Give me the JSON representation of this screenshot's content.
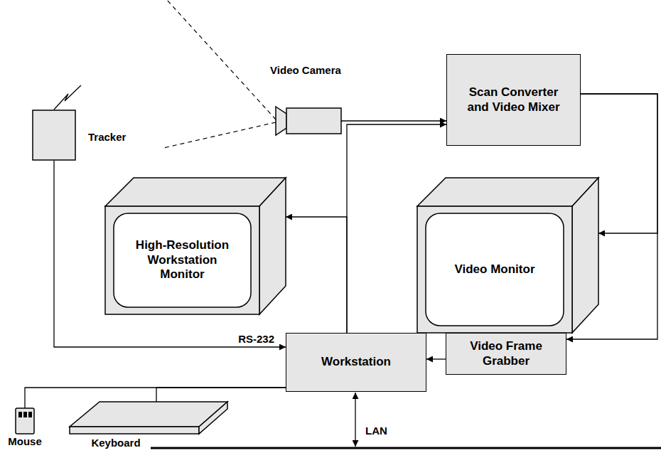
{
  "diagram": {
    "nodes": [
      {
        "text": [
          "Video Camera"
        ]
      },
      {
        "text": [
          "Scan Converter and Video Mixer"
        ]
      },
      {
        "text": [
          "Tracker"
        ]
      },
      {
        "text": [
          "High-Resolution Workstation Monitor"
        ]
      },
      {
        "text": [
          "Video Monitor"
        ]
      },
      {
        "text": [
          "Workstation"
        ]
      },
      {
        "text": [
          "Video Frame Grabber"
        ]
      },
      {
        "text": [
          "Mouse"
        ]
      },
      {
        "text": [
          "Keyboard"
        ]
      }
    ],
    "edges": [
      {
        "from": 0,
        "to": 1,
        "arrow": "to"
      },
      {
        "from": 5,
        "to": 1,
        "arrow": "to"
      },
      {
        "from": 5,
        "to": 3,
        "arrow": "to"
      },
      {
        "from": 1,
        "to": 4,
        "arrow": "to"
      },
      {
        "from": 1,
        "to": 6,
        "arrow": "to"
      },
      {
        "from": 6,
        "to": 5,
        "arrow": "to"
      },
      {
        "from": 2,
        "to": 5,
        "label": "RS-232",
        "arrow": "to"
      },
      {
        "from": 7,
        "to": 5,
        "arrow": "none"
      },
      {
        "from": 8,
        "to": 5,
        "arrow": "none"
      }
    ],
    "labels": [
      "LAN"
    ]
  }
}
